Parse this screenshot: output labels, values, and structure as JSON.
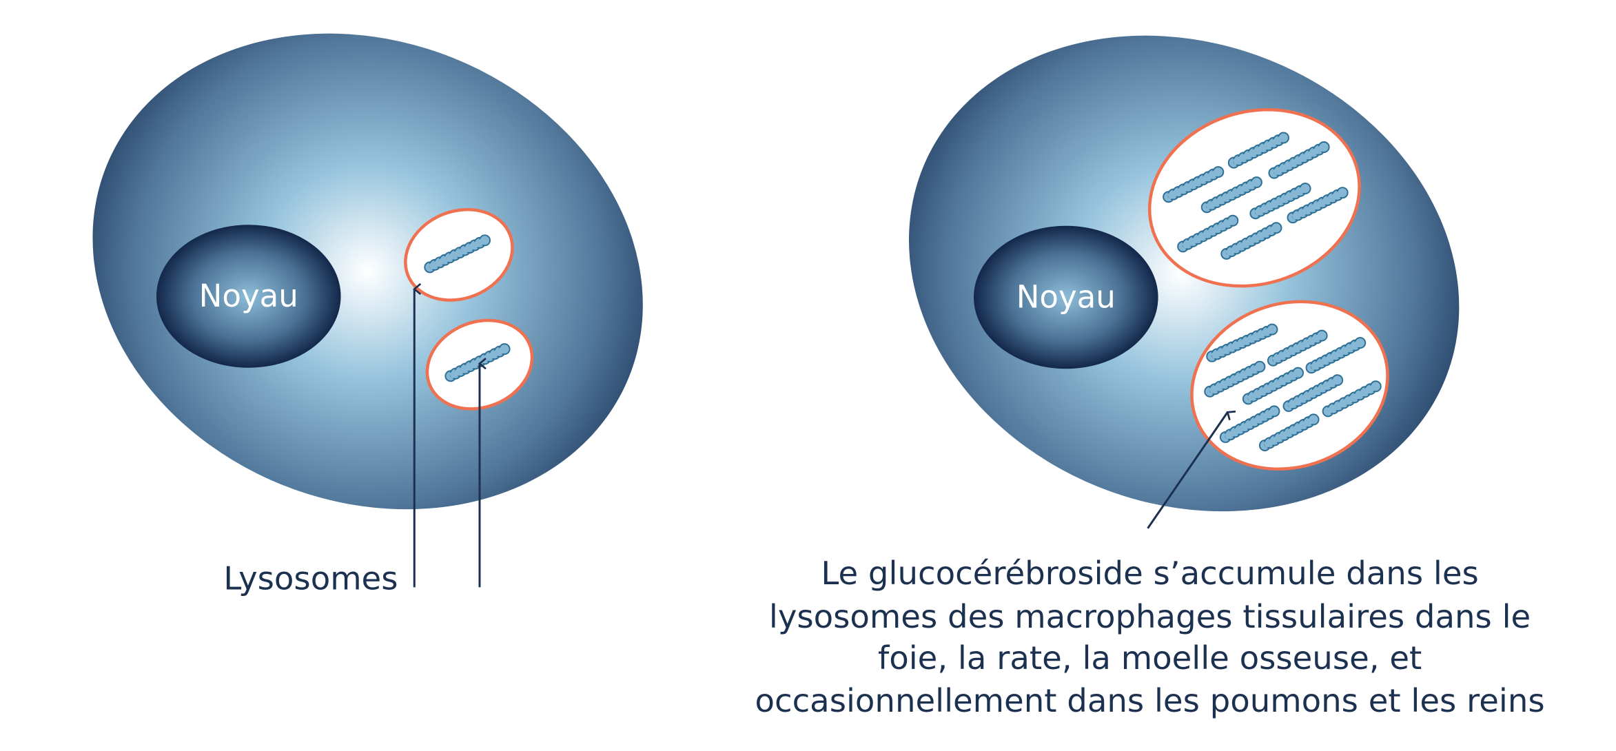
{
  "left_cell": {
    "nucleus_label": "Noyau",
    "lysosome_label": "Lysosomes"
  },
  "right_cell": {
    "nucleus_label": "Noyau",
    "caption_lines": [
      "Le glucocérébroside s’accumule dans les",
      "lysosomes des macrophages tissulaires dans le",
      "foie, la rate, la moelle osseuse, et",
      "occasionnellement dans les poumons et les reins"
    ]
  },
  "colors": {
    "cell_edge": "#1f3a5f",
    "cell_mid": "#8dbdd8",
    "lysosome_border": "#ef7150",
    "lipid_fill": "#86b7d4",
    "lipid_stroke": "#2e6f95",
    "text": "#1c3050"
  }
}
